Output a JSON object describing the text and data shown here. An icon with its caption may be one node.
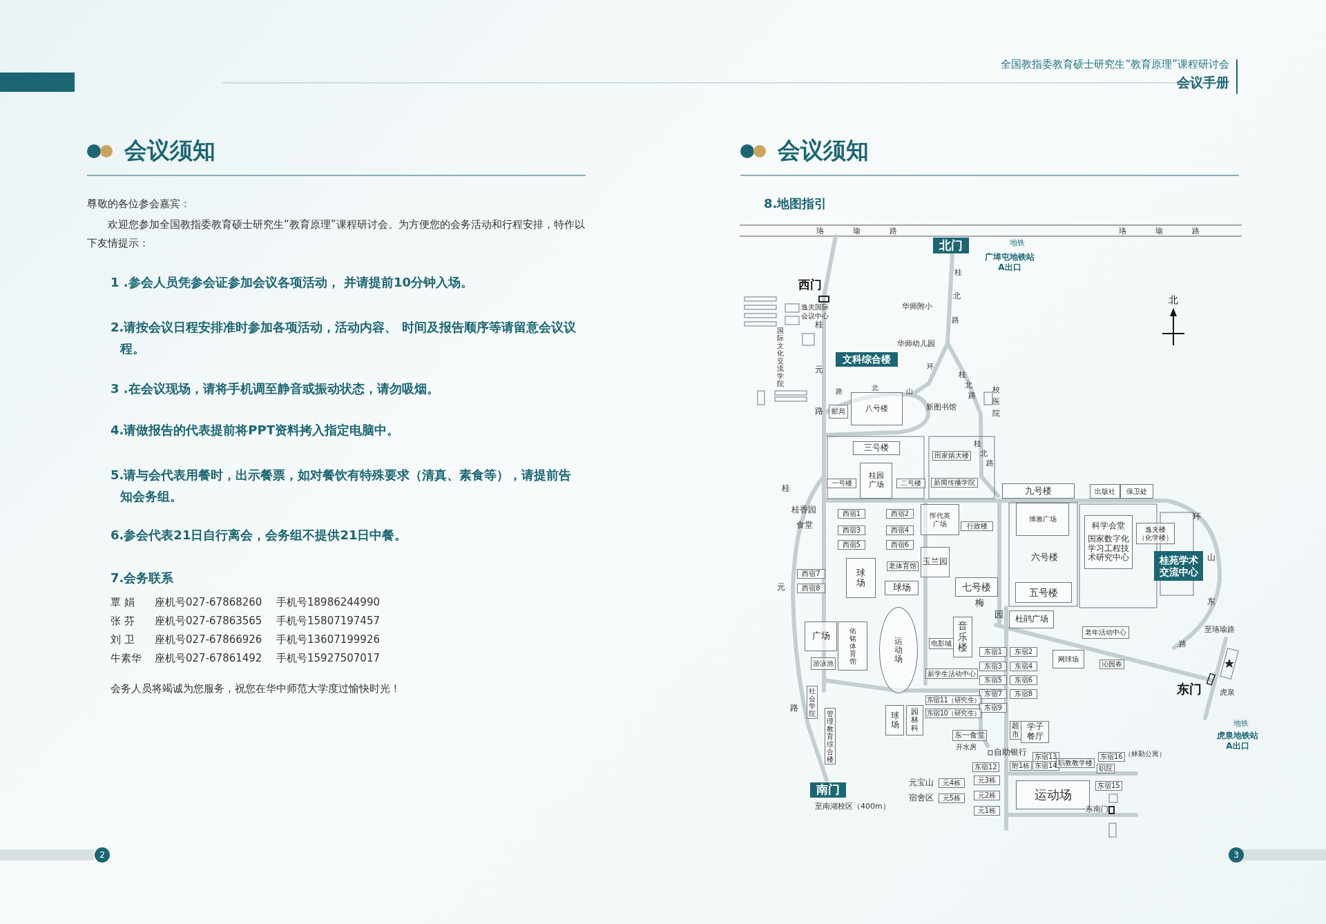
{
  "diagram": {
    "nodes": [
      {
        "text": [
          "北门"
        ]
      },
      {
        "text": [
          "文科综合楼"
        ]
      },
      {
        "text": [
          "八号楼"
        ]
      },
      {
        "text": [
          "邮局"
        ]
      },
      {
        "text": [
          "三号楼"
        ]
      },
      {
        "text": [
          "田家炳大楼"
        ]
      },
      {
        "text": [
          "一号楼"
        ]
      },
      {
        "text": [
          "桂园广场"
        ]
      },
      {
        "text": [
          "二号楼"
        ]
      },
      {
        "text": [
          "新闻传播学院"
        ]
      },
      {
        "text": [
          "九号楼"
        ]
      },
      {
        "text": [
          "出版社"
        ]
      },
      {
        "text": [
          "保卫处"
        ]
      },
      {
        "text": [
          "西宿1"
        ]
      },
      {
        "text": [
          "西宿2"
        ]
      },
      {
        "text": [
          "恽代英广场"
        ]
      },
      {
        "text": [
          "行政楼"
        ]
      },
      {
        "text": [
          "博雅广场"
        ]
      },
      {
        "text": [
          "科学会堂",
          "国家数字化学习工程技术研究中心"
        ]
      },
      {
        "text": [
          "西宿3"
        ]
      },
      {
        "text": [
          "西宿4"
        ]
      },
      {
        "text": [
          "逸夫楼（化学楼）"
        ]
      },
      {
        "text": [
          "西宿5"
        ]
      },
      {
        "text": [
          "西宿6"
        ]
      },
      {
        "text": [
          "玉兰园"
        ]
      },
      {
        "text": [
          "桂苑学术交流中心"
        ]
      },
      {
        "text": [
          "球场"
        ]
      },
      {
        "text": [
          "老体育馆"
        ]
      },
      {
        "text": [
          "西宿7"
        ]
      },
      {
        "text": [
          "西宿8"
        ]
      },
      {
        "text": [
          "七号楼"
        ]
      },
      {
        "text": [
          "球场"
        ]
      },
      {
        "text": [
          "五号楼"
        ]
      },
      {
        "text": [
          "杜鹃广场"
        ]
      },
      {
        "text": [
          "音乐楼"
        ]
      },
      {
        "text": [
          "广场"
        ]
      },
      {
        "text": [
          "佑铭体育馆"
        ]
      },
      {
        "text": [
          "运动场"
        ]
      },
      {
        "text": [
          "老年活动中心"
        ]
      },
      {
        "text": [
          "电影城"
        ]
      },
      {
        "text": [
          "东宿1"
        ]
      },
      {
        "text": [
          "东宿2"
        ]
      },
      {
        "text": [
          "网球场"
        ]
      },
      {
        "text": [
          "游泳池"
        ]
      },
      {
        "text": [
          "沁园春"
        ]
      },
      {
        "text": [
          "东宿3"
        ]
      },
      {
        "text": [
          "东宿4"
        ]
      },
      {
        "text": [
          "新学生活动中心"
        ]
      },
      {
        "text": [
          "东宿5"
        ]
      },
      {
        "text": [
          "东宿6"
        ]
      },
      {
        "text": [
          "社会学院"
        ]
      },
      {
        "text": [
          "东宿7"
        ]
      },
      {
        "text": [
          "东宿8"
        ]
      },
      {
        "text": [
          "东宿11（研究生）"
        ]
      },
      {
        "text": [
          "东宿9"
        ]
      },
      {
        "text": [
          "东宿10（研究生）"
        ]
      },
      {
        "text": [
          "管理教育综合楼"
        ]
      },
      {
        "text": [
          "球场"
        ]
      },
      {
        "text": [
          "园林科"
        ]
      },
      {
        "text": [
          "超市"
        ]
      },
      {
        "text": [
          "学子餐厅"
        ]
      },
      {
        "text": [
          "东一食堂"
        ]
      },
      {
        "text": [
          "东宿13"
        ]
      },
      {
        "text": [
          "东宿16"
        ],
        "beside": [
          "（林勤公寓）"
        ]
      },
      {
        "text": [
          "东宿12"
        ]
      },
      {
        "text": [
          "附1栋"
        ]
      },
      {
        "text": [
          "东宿14"
        ]
      },
      {
        "text": [
          "职教教学楼"
        ]
      },
      {
        "text": [
          "职院"
        ]
      },
      {
        "text": [
          "元4栋"
        ]
      },
      {
        "text": [
          "元3栋"
        ]
      },
      {
        "text": [
          "运动场"
        ]
      },
      {
        "text": [
          "东宿15"
        ]
      },
      {
        "text": [
          "南门"
        ],
        "beside": [
          "至南湖校区（400m）"
        ]
      },
      {
        "text": [
          "元2栋"
        ]
      },
      {
        "text": [
          "元5栋"
        ]
      },
      {
        "text": [
          "元1栋"
        ]
      }
    ],
    "labels": [
      "全国教指委教育硕士研究生“教育原理”课程研讨会",
      "会议手册",
      "会议须知",
      "尊敬的各位参会嘉宾：",
      "欢迎您参加全国教指委教育硕士研究生“教育原理”课程研讨会。为方便您的会务活动和行程安排，特作以下友情提示：",
      "1 .参会人员凭参会证参加会议各项活动， 并请提前10分钟入场。",
      "2.请按会议日程安排准时参加各项活动，活动内容、 时间及报告顺序等请留意会议议程。",
      "3 .在会议现场，请将手机调至静音或振动状态，请勿吸烟。",
      "4.请做报告的代表提前将PPT资料拷入指定电脑中。",
      "5.请与会代表用餐时，出示餐票，如对餐饮有特殊要求（清真、素食等），请提前告知会务组。",
      "6.参会代表21日自行离会，会务组不提供21日中餐。",
      "7.会务联系",
      "覃 娟",
      "座机号027-67868260",
      "手机号18986244990",
      "张 芬",
      "座机号027-67863565",
      "手机号15807197457",
      "刘 卫",
      "座机号027-67866926",
      "手机号13607199926",
      "牛素华",
      "座机号027-67861492",
      "手机号15927507017",
      "会务人员将竭诚为您服务，祝您在华中师范大学度过愉快时光！",
      "会议须知",
      "8.地图指引",
      "珞瑜路",
      "珞瑜路",
      "地铁",
      "广埠屯地铁站A出口",
      "西门",
      "逸夫国际会议中心",
      "国际文化交流学院",
      "桂",
      "元",
      "路",
      "华师附小",
      "华师幼儿园",
      "桂",
      "北",
      "路",
      "环",
      "路",
      "北",
      "山",
      "桂",
      "北",
      "路",
      "校",
      "医",
      "院",
      "新图书馆",
      "北",
      "桂",
      "北",
      "路",
      "桂",
      "桂香园",
      "食堂",
      "六号楼",
      "环",
      "山",
      "元",
      "梅",
      "东",
      "园",
      "至珞瑜路",
      "路",
      "东门",
      "虎泉",
      "路",
      "地铁",
      "虎泉地铁站A出口",
      "开水房",
      "自助银行",
      "元宝山",
      "宿舍区",
      "东南门",
      "2",
      "3"
    ]
  }
}
